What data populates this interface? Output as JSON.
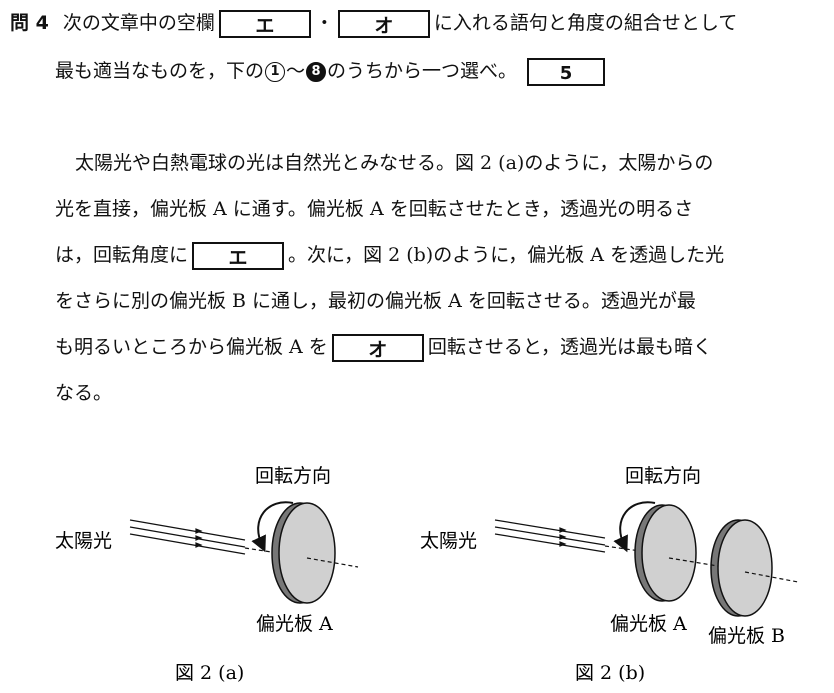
{
  "question": {
    "label": "問 4",
    "intro_a": "次の文章中の空欄",
    "blank_e": "エ",
    "sep": "・",
    "blank_o": "オ",
    "intro_b": "に入れる語句と角度の組合せとして",
    "line2_a": "最も適当なものを，下の",
    "circle_1": "1",
    "tilde": "〜",
    "circle_8": "8",
    "line2_b": "のうちから一つ選べ。",
    "answer_number": "5"
  },
  "passage": {
    "p1": "太陽光や白熱電球の光は自然光とみなせる。図 2 (a)のように，太陽からの",
    "p2": "光を直接，偏光板 A に通す。偏光板 A を回転させたとき，透過光の明るさ",
    "p3a": "は，回転角度に",
    "p3b": "。次に，図 2 (b)のように，偏光板 A を透過した光",
    "p4": "をさらに別の偏光板 B に通し，最初の偏光板 A を回転させる。透過光が最",
    "p5a": "も明るいところから偏光板 A を",
    "p5b": "回転させると，透過光は最も暗く",
    "p6": "なる。"
  },
  "figures": {
    "a": {
      "rotation_label": "回転方向",
      "sun_label": "太陽光",
      "plate_label": "偏光板 A",
      "caption": "図 2 (a)"
    },
    "b": {
      "rotation_label": "回転方向",
      "sun_label": "太陽光",
      "plate_a_label": "偏光板 A",
      "plate_b_label": "偏光板 B",
      "caption": "図 2 (b)"
    }
  }
}
